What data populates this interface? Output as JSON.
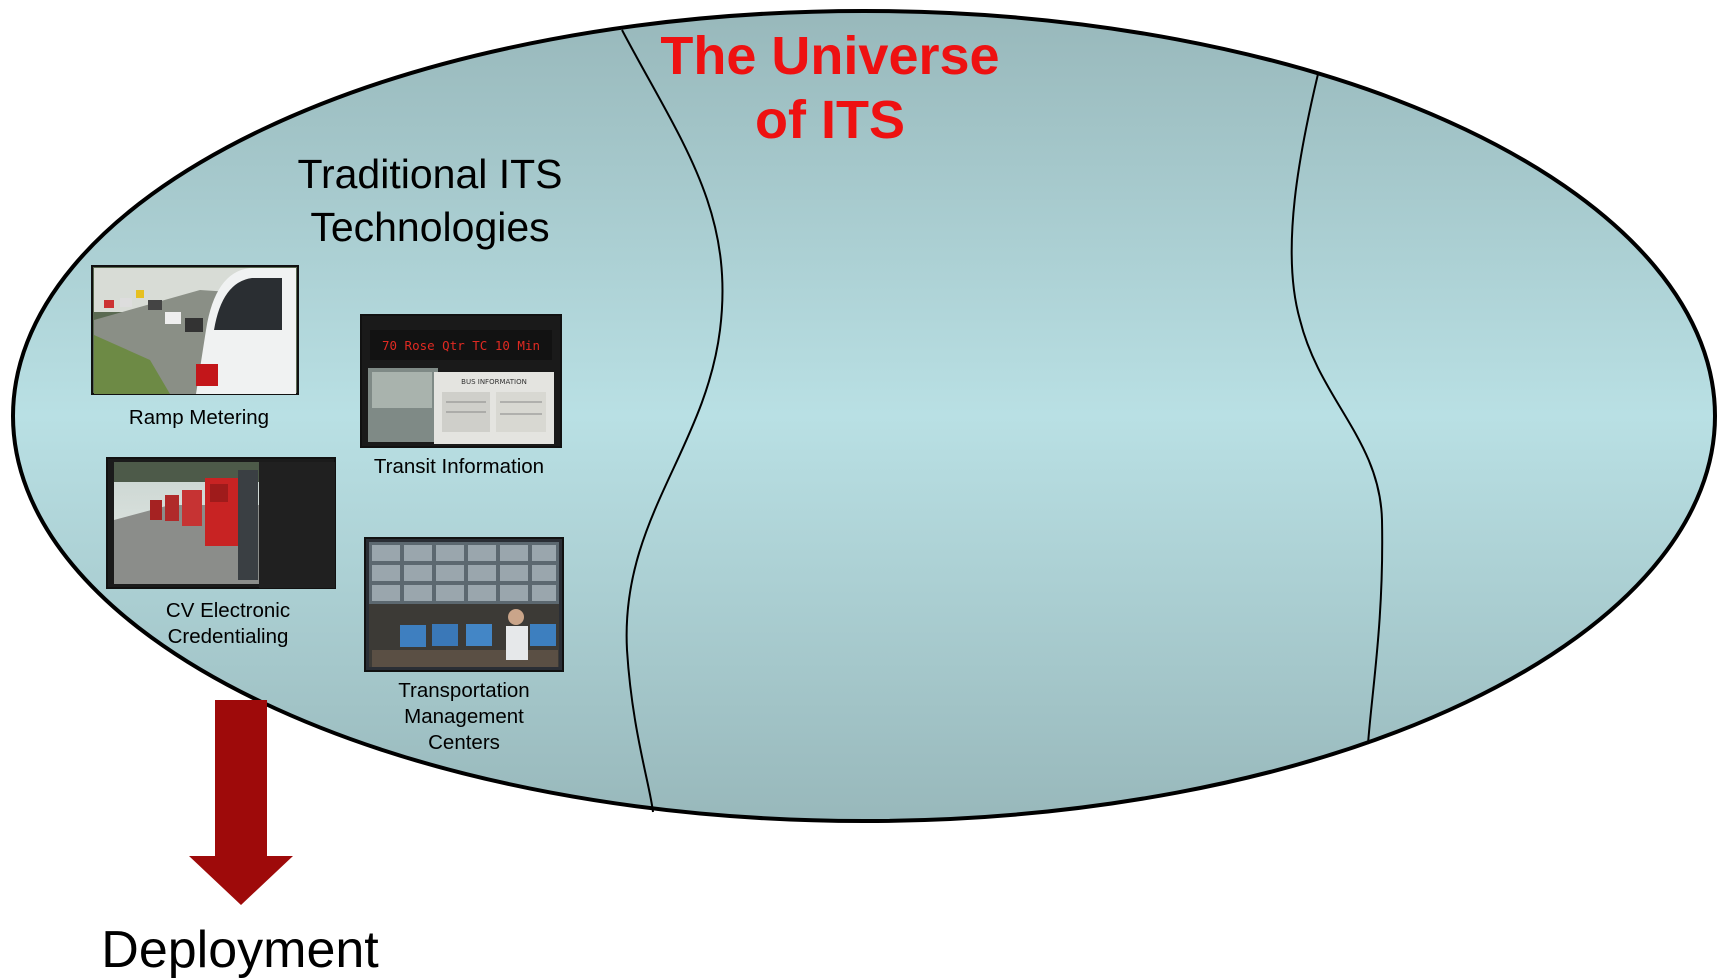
{
  "title": "The Universe\nof ITS",
  "region_title": "Traditional ITS\nTechnologies",
  "technologies": [
    {
      "label": "Ramp Metering",
      "icon": "traffic-queue-photo"
    },
    {
      "label": "Transit Information",
      "icon": "transit-sign-photo",
      "sign_text": "70 Rose Qtr TC 10 Min",
      "board_text": "BUS INFORMATION"
    },
    {
      "label": "CV Electronic\nCredentialing",
      "icon": "truck-queue-photo"
    },
    {
      "label": "Transportation\nManagement\nCenters",
      "icon": "control-room-photo"
    }
  ],
  "deployment_label": "Deployment",
  "colors": {
    "ellipse_fill_center": "#b9e0e4",
    "ellipse_fill_edge": "#98b8bb",
    "title": "#ee1111",
    "arrow": "#9e0a0a",
    "outline": "#000000"
  }
}
